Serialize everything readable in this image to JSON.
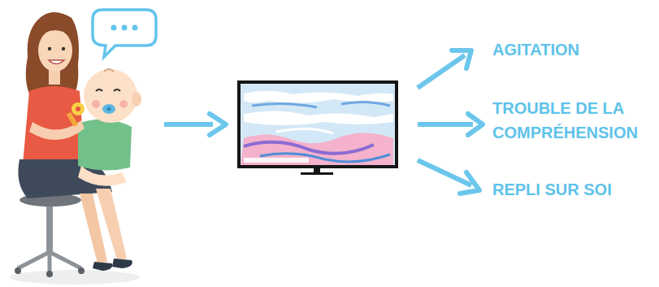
{
  "diagram": {
    "labels": [
      "AGITATION",
      "TROUBLE DE LA COMPRÉHENSION",
      "REPLI SUR SOI"
    ]
  }
}
